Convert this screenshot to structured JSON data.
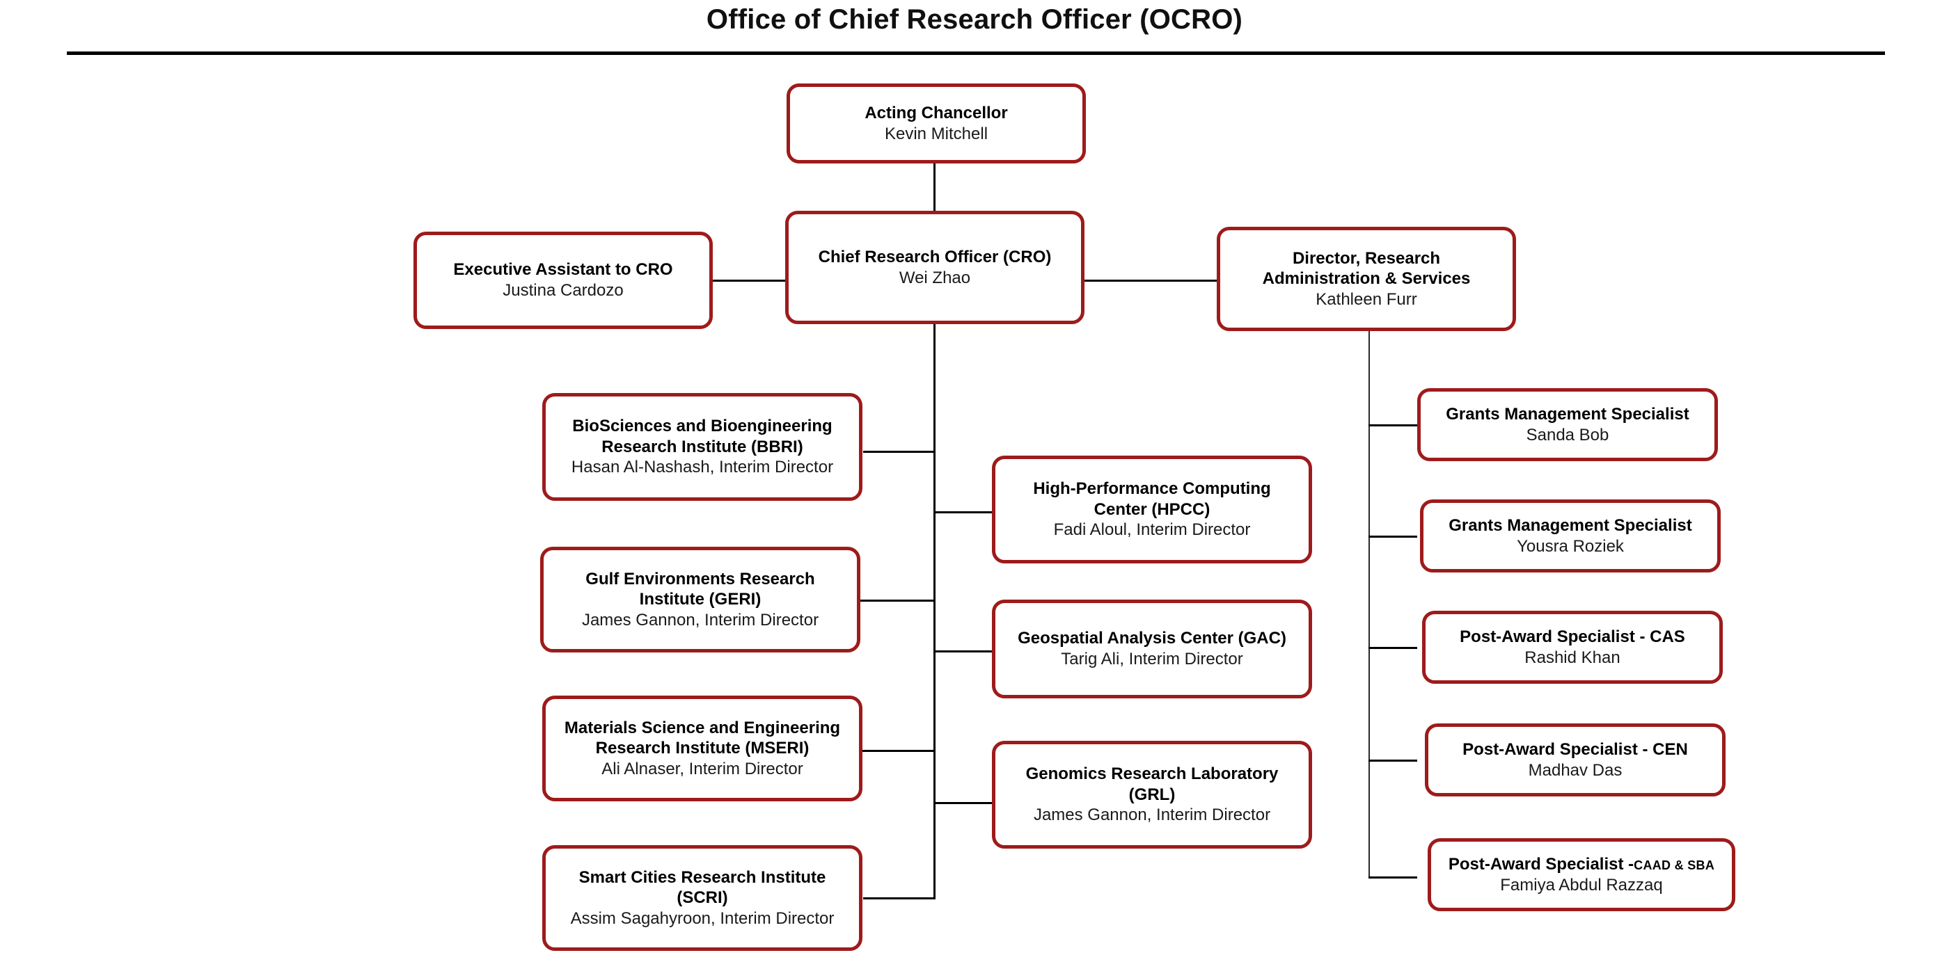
{
  "page": {
    "title": "Office of Chief Research Officer (OCRO)",
    "accent_color": "#9e1b1b",
    "line_color": "#000000",
    "background_color": "#ffffff"
  },
  "nodes": {
    "chancellor": {
      "role": "Acting Chancellor",
      "person": "Kevin Mitchell"
    },
    "cro": {
      "role": "Chief Research Officer (CRO)",
      "person": "Wei Zhao"
    },
    "executive_assistant": {
      "role": "Executive Assistant to CRO",
      "person": "Justina Cardozo"
    },
    "director_ras": {
      "role_line1": "Director, Research",
      "role_line2": "Administration & Services",
      "person": "Kathleen Furr"
    }
  },
  "institutes": [
    {
      "role_line1": "BioSciences and Bioengineering",
      "role_line2": "Research Institute (BBRI)",
      "person": "Hasan Al-Nashash, Interim Director"
    },
    {
      "role_line1": "Gulf Environments Research",
      "role_line2": "Institute (GERI)",
      "person": "James Gannon, Interim Director"
    },
    {
      "role_line1": "Materials Science and Engineering",
      "role_line2": "Research Institute (MSERI)",
      "person": "Ali Alnaser, Interim Director"
    },
    {
      "role_line1": "Smart Cities Research Institute",
      "role_line2": "(SCRI)",
      "person": "Assim Sagahyroon, Interim Director"
    }
  ],
  "centers": [
    {
      "role_line1": "High-Performance Computing",
      "role_line2": "Center (HPCC)",
      "person": "Fadi Aloul, Interim Director"
    },
    {
      "role_line1": "Geospatial Analysis Center (GAC)",
      "role_line2": "",
      "person": "Tarig Ali, Interim Director"
    },
    {
      "role_line1": "Genomics Research Laboratory",
      "role_line2": "(GRL)",
      "person": "James Gannon, Interim Director"
    }
  ],
  "administration_staff": [
    {
      "role": "Grants Management Specialist",
      "role_suffix": "",
      "person": "Sanda Bob"
    },
    {
      "role": "Grants Management Specialist",
      "role_suffix": "",
      "person": "Yousra Roziek"
    },
    {
      "role": "Post-Award Specialist - CAS",
      "role_suffix": "",
      "person": "Rashid Khan"
    },
    {
      "role": "Post-Award Specialist - CEN",
      "role_suffix": "",
      "person": "Madhav Das"
    },
    {
      "role": "Post-Award Specialist -",
      "role_suffix": "CAAD & SBA",
      "person": "Famiya Abdul Razzaq"
    }
  ]
}
